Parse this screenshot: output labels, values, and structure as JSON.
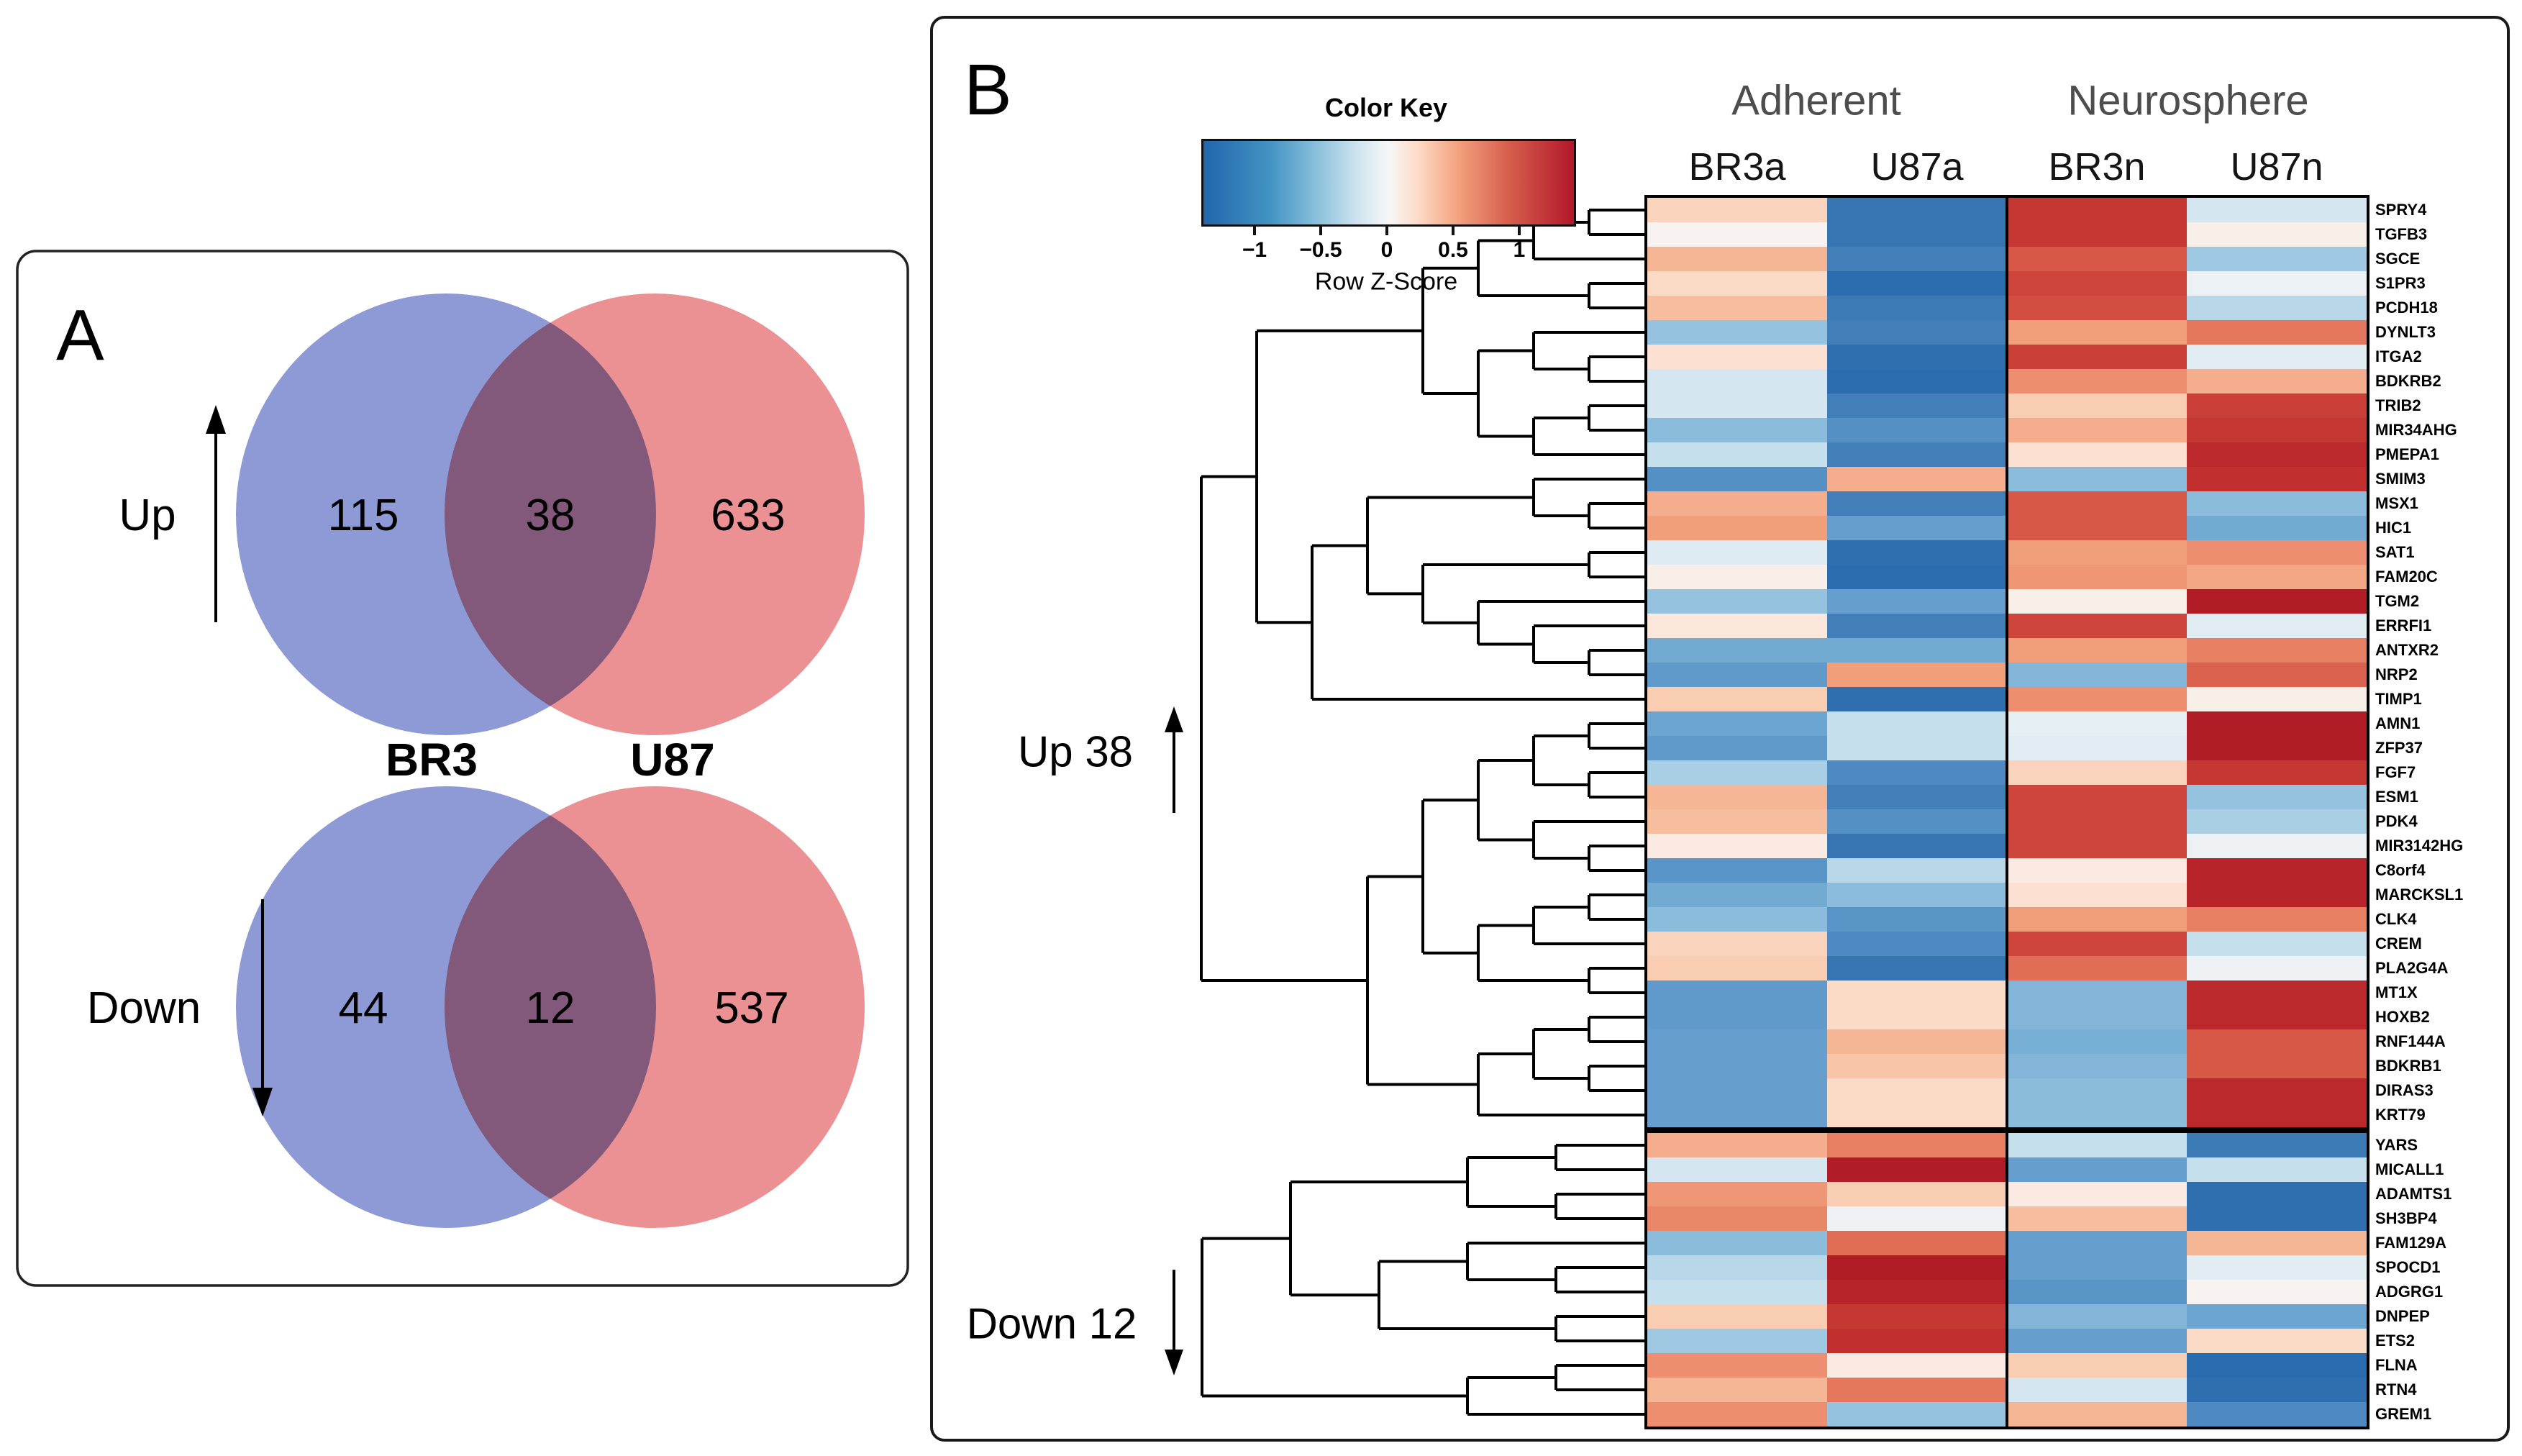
{
  "panel_a": {
    "label": "A",
    "set_labels": [
      "BR3",
      "U87"
    ],
    "venn_up": {
      "direction_label": "Up",
      "left_only": "115",
      "overlap": "38",
      "right_only": "633"
    },
    "venn_down": {
      "direction_label": "Down",
      "left_only": "44",
      "overlap": "12",
      "right_only": "537"
    },
    "left_color": "#8d9ad6",
    "right_color": "#eb9193"
  },
  "panel_b": {
    "label": "B",
    "color_key": {
      "title": "Color Key",
      "axis_label": "Row Z-Score",
      "ticks": [
        "−1",
        "−0.5",
        "0",
        "0.5",
        "1"
      ]
    },
    "group_headers": [
      "Adherent",
      "Neurosphere"
    ],
    "column_headers": [
      "BR3a",
      "U87a",
      "BR3n",
      "U87n"
    ],
    "up_cluster_label": "Up 38",
    "down_cluster_label": "Down 12"
  },
  "chart_data": [
    {
      "type": "venn",
      "title": "Up",
      "sets": [
        "BR3",
        "U87"
      ],
      "values": {
        "BR3_only": 115,
        "intersection": 38,
        "U87_only": 633
      }
    },
    {
      "type": "venn",
      "title": "Down",
      "sets": [
        "BR3",
        "U87"
      ],
      "values": {
        "BR3_only": 44,
        "intersection": 12,
        "U87_only": 537
      }
    },
    {
      "type": "heatmap",
      "title": "Row Z-Score heatmap of 38 up- and 12 down-regulated genes",
      "columns": [
        "BR3a",
        "U87a",
        "BR3n",
        "U87n"
      ],
      "column_groups": [
        {
          "label": "Adherent",
          "columns": [
            "BR3a",
            "U87a"
          ]
        },
        {
          "label": "Neurosphere",
          "columns": [
            "BR3n",
            "U87n"
          ]
        }
      ],
      "legend": {
        "title": "Color Key",
        "axis_label": "Row Z-Score",
        "range": [
          -1.4,
          1.4
        ],
        "low": "#2166ac",
        "mid": "#f7f7f7",
        "high": "#b2182b"
      },
      "rows_up": [
        {
          "gene": "SPRY4",
          "z": [
            0.25,
            -1.1,
            1.2,
            -0.15
          ]
        },
        {
          "gene": "TGFB3",
          "z": [
            0.02,
            -1.1,
            1.2,
            0.05
          ]
        },
        {
          "gene": "SGCE",
          "z": [
            0.45,
            -1.0,
            1.0,
            -0.35
          ]
        },
        {
          "gene": "S1PR3",
          "z": [
            0.2,
            -1.25,
            1.1,
            -0.05
          ]
        },
        {
          "gene": "PCDH18",
          "z": [
            0.4,
            -1.05,
            1.05,
            -0.25
          ]
        },
        {
          "gene": "DYNLT3",
          "z": [
            -0.4,
            -1.0,
            0.6,
            0.85
          ]
        },
        {
          "gene": "ITGA2",
          "z": [
            0.15,
            -1.2,
            1.15,
            -0.1
          ]
        },
        {
          "gene": "BDKRB2",
          "z": [
            -0.15,
            -1.25,
            0.7,
            0.5
          ]
        },
        {
          "gene": "TRIB2",
          "z": [
            -0.15,
            -1.0,
            0.3,
            1.15
          ]
        },
        {
          "gene": "MIR34AHG",
          "z": [
            -0.45,
            -0.85,
            0.5,
            1.2
          ]
        },
        {
          "gene": "PMEPA1",
          "z": [
            -0.2,
            -1.0,
            0.15,
            1.3
          ]
        },
        {
          "gene": "SMIM3",
          "z": [
            -0.85,
            0.5,
            -0.45,
            1.25
          ]
        },
        {
          "gene": "MSX1",
          "z": [
            0.5,
            -1.0,
            1.0,
            -0.45
          ]
        },
        {
          "gene": "HIC1",
          "z": [
            0.6,
            -0.7,
            1.0,
            -0.6
          ]
        },
        {
          "gene": "SAT1",
          "z": [
            -0.12,
            -1.2,
            0.6,
            0.7
          ]
        },
        {
          "gene": "FAM20C",
          "z": [
            0.05,
            -1.25,
            0.65,
            0.55
          ]
        },
        {
          "gene": "TGM2",
          "z": [
            -0.4,
            -0.7,
            0.05,
            1.4
          ]
        },
        {
          "gene": "ERRFI1",
          "z": [
            0.1,
            -1.0,
            1.1,
            -0.1
          ]
        },
        {
          "gene": "ANTXR2",
          "z": [
            -0.6,
            -0.6,
            0.6,
            0.8
          ]
        },
        {
          "gene": "NRP2",
          "z": [
            -0.75,
            0.6,
            -0.5,
            0.95
          ]
        },
        {
          "gene": "TIMP1",
          "z": [
            0.3,
            -1.2,
            0.7,
            0.05
          ]
        },
        {
          "gene": "AMN1",
          "z": [
            -0.65,
            -0.2,
            -0.08,
            1.4
          ]
        },
        {
          "gene": "ZFP37",
          "z": [
            -0.75,
            -0.2,
            -0.1,
            1.4
          ]
        },
        {
          "gene": "FGF7",
          "z": [
            -0.3,
            -0.9,
            0.25,
            1.2
          ]
        },
        {
          "gene": "ESM1",
          "z": [
            0.45,
            -1.0,
            1.1,
            -0.4
          ]
        },
        {
          "gene": "PDK4",
          "z": [
            0.4,
            -0.85,
            1.1,
            -0.3
          ]
        },
        {
          "gene": "MIR3142HG",
          "z": [
            0.08,
            -1.1,
            1.1,
            -0.05
          ]
        },
        {
          "gene": "C8orf4",
          "z": [
            -0.8,
            -0.25,
            0.08,
            1.35
          ]
        },
        {
          "gene": "MARCKSL1",
          "z": [
            -0.6,
            -0.45,
            0.15,
            1.35
          ]
        },
        {
          "gene": "CLK4",
          "z": [
            -0.45,
            -0.8,
            0.6,
            0.8
          ]
        },
        {
          "gene": "CREM",
          "z": [
            0.25,
            -0.9,
            1.1,
            -0.2
          ]
        },
        {
          "gene": "PLA2G4A",
          "z": [
            0.3,
            -1.1,
            0.9,
            -0.05
          ]
        },
        {
          "gene": "MT1X",
          "z": [
            -0.75,
            0.2,
            -0.5,
            1.3
          ]
        },
        {
          "gene": "HOXB2",
          "z": [
            -0.75,
            0.2,
            -0.5,
            1.3
          ]
        },
        {
          "gene": "RNF144A",
          "z": [
            -0.7,
            0.45,
            -0.55,
            1.0
          ]
        },
        {
          "gene": "BDKRB1",
          "z": [
            -0.7,
            0.35,
            -0.5,
            1.0
          ]
        },
        {
          "gene": "DIRAS3",
          "z": [
            -0.7,
            0.2,
            -0.45,
            1.3
          ]
        },
        {
          "gene": "KRT79",
          "z": [
            -0.7,
            0.2,
            -0.45,
            1.3
          ]
        }
      ],
      "rows_down": [
        {
          "gene": "YARS",
          "z": [
            0.5,
            0.8,
            -0.2,
            -1.05
          ]
        },
        {
          "gene": "MICALL1",
          "z": [
            -0.15,
            1.4,
            -0.7,
            -0.2
          ]
        },
        {
          "gene": "ADAMTS1",
          "z": [
            0.65,
            0.3,
            0.08,
            -1.2
          ]
        },
        {
          "gene": "SH3BP4",
          "z": [
            0.75,
            -0.05,
            0.4,
            -1.2
          ]
        },
        {
          "gene": "FAM129A",
          "z": [
            -0.45,
            0.9,
            -0.7,
            0.45
          ]
        },
        {
          "gene": "SPOCD1",
          "z": [
            -0.25,
            1.4,
            -0.7,
            -0.1
          ]
        },
        {
          "gene": "ADGRG1",
          "z": [
            -0.2,
            1.35,
            -0.8,
            0.02
          ]
        },
        {
          "gene": "DNPEP",
          "z": [
            0.3,
            1.2,
            -0.5,
            -0.65
          ]
        },
        {
          "gene": "ETS2",
          "z": [
            -0.35,
            1.25,
            -0.7,
            0.2
          ]
        },
        {
          "gene": "FLNA",
          "z": [
            0.7,
            0.08,
            0.3,
            -1.3
          ]
        },
        {
          "gene": "RTN4",
          "z": [
            0.45,
            0.85,
            -0.15,
            -1.2
          ]
        },
        {
          "gene": "GREM1",
          "z": [
            0.7,
            -0.4,
            0.45,
            -0.9
          ]
        }
      ],
      "up_dendrogram": [
        [
          [
            [
              [
                [
                  0,
                  1
                ],
                2
              ],
              [
                3,
                4
              ]
            ],
            [
              [
                5,
                [
                  6,
                  7
                ]
              ],
              [
                [
                  8,
                  9
                ],
                10
              ]
            ]
          ],
          [
            [
              [
                11,
                [
                  12,
                  13
                ]
              ],
              [
                [
                  14,
                  15
                ],
                [
                  16,
                  [
                    17,
                    [
                      18,
                      19
                    ]
                  ]
                ]
              ]
            ],
            20
          ]
        ],
        [
          [
            [
              [
                [
                  21,
                  22
                ],
                [
                  23,
                  24
                ]
              ],
              [
                25,
                [
                  26,
                  27
                ]
              ]
            ],
            [
              [
                [
                  28,
                  29
                ],
                30
              ],
              [
                31,
                32
              ]
            ]
          ],
          [
            [
              [
                33,
                34
              ],
              [
                35,
                36
              ]
            ],
            37
          ]
        ]
      ],
      "down_dendrogram": [
        [
          [
            [
              0,
              1
            ],
            [
              2,
              3
            ]
          ],
          [
            [
              4,
              [
                5,
                6
              ]
            ],
            [
              7,
              8
            ]
          ]
        ],
        [
          [
            9,
            10
          ],
          11
        ]
      ]
    }
  ]
}
